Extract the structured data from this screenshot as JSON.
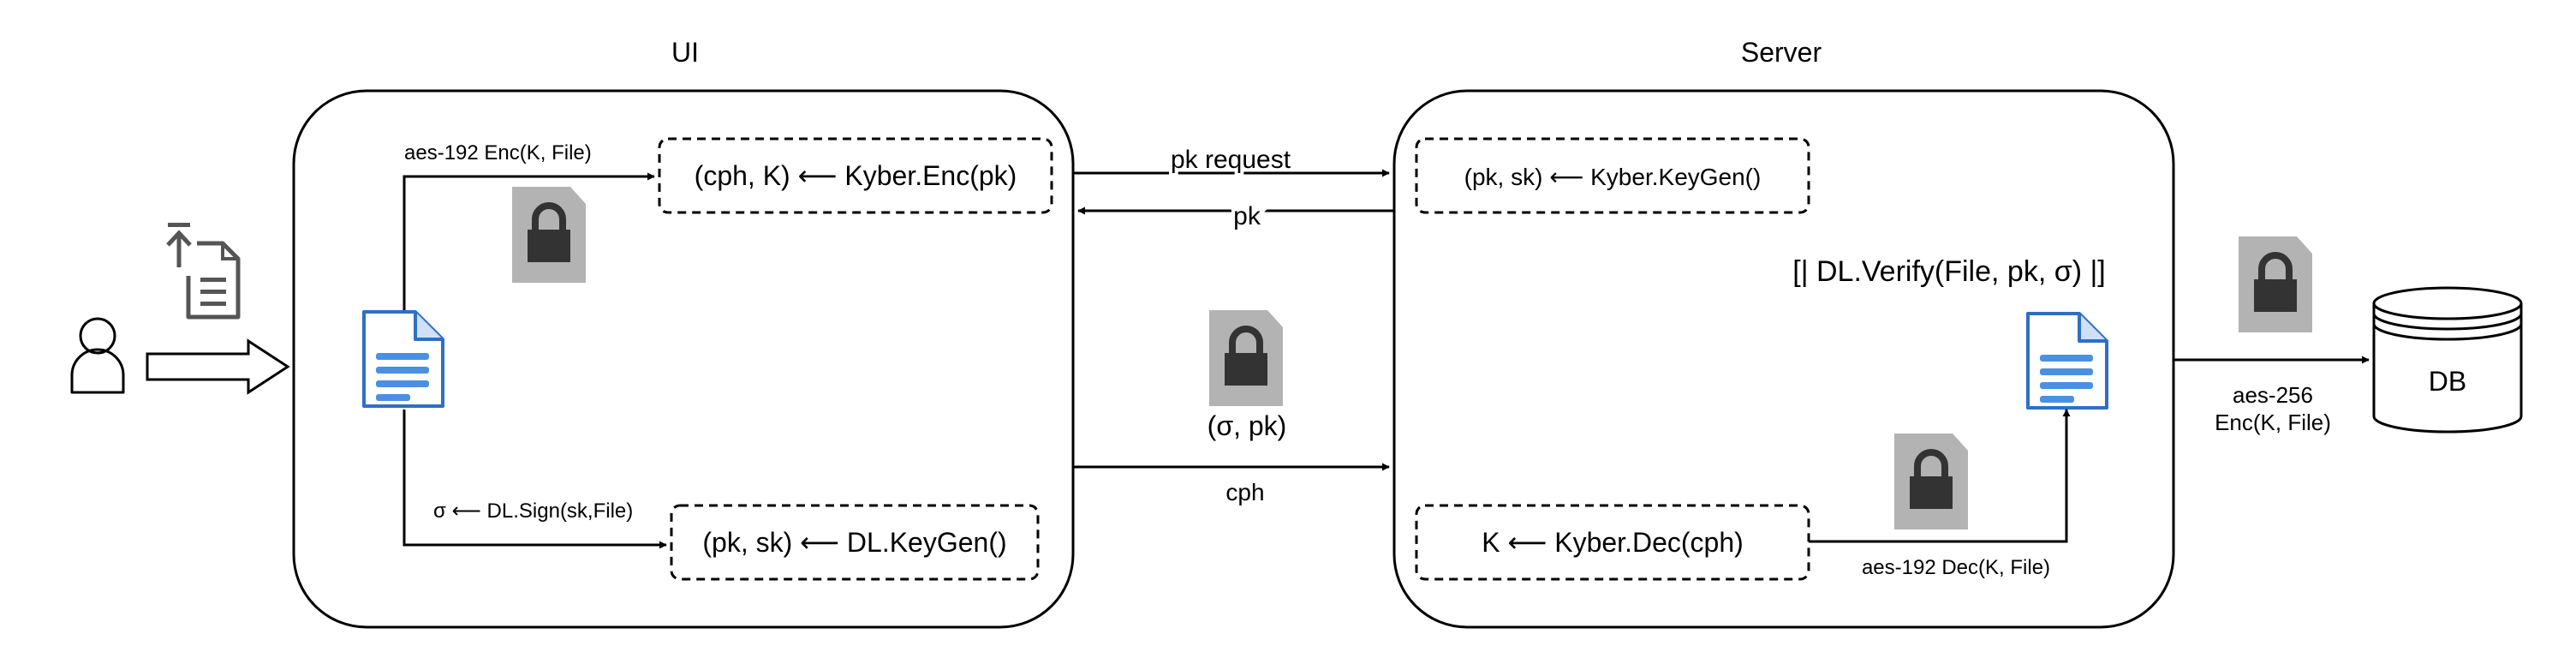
{
  "containers": {
    "ui_title": "UI",
    "server_title": "Server",
    "db_label": "DB"
  },
  "ui": {
    "enc_box": "(cph, K) ⟵ Kyber.Enc(pk)",
    "keygen_box": "(pk, sk) ⟵ DL.KeyGen()",
    "aes_enc_label": "aes-192 Enc(K, File)",
    "sign_label": "σ ⟵ DL.Sign(sk,File)"
  },
  "channel": {
    "pk_request": "pk request",
    "pk": "pk",
    "sigma_pk": "(σ, pk)",
    "cph": "cph"
  },
  "server": {
    "keygen_box": "(pk, sk) ⟵ Kyber.KeyGen()",
    "dec_box": "K ⟵ Kyber.Dec(cph)",
    "verify_label": "[| DL.Verify(File, pk, σ) |]",
    "aes_dec_label": "aes-192 Dec(K, File)",
    "aes256_line1": "aes-256",
    "aes256_line2": "Enc(K, File)"
  },
  "icons": [
    "user-icon",
    "upload-file-icon",
    "document-icon",
    "lock-icon",
    "database-icon"
  ],
  "colors": {
    "stroke": "#000000",
    "lock_bg": "#b3b3b3",
    "lock_fg": "#333333",
    "doc_blue": "#4a90e2",
    "doc_border": "#2f6fc4"
  }
}
